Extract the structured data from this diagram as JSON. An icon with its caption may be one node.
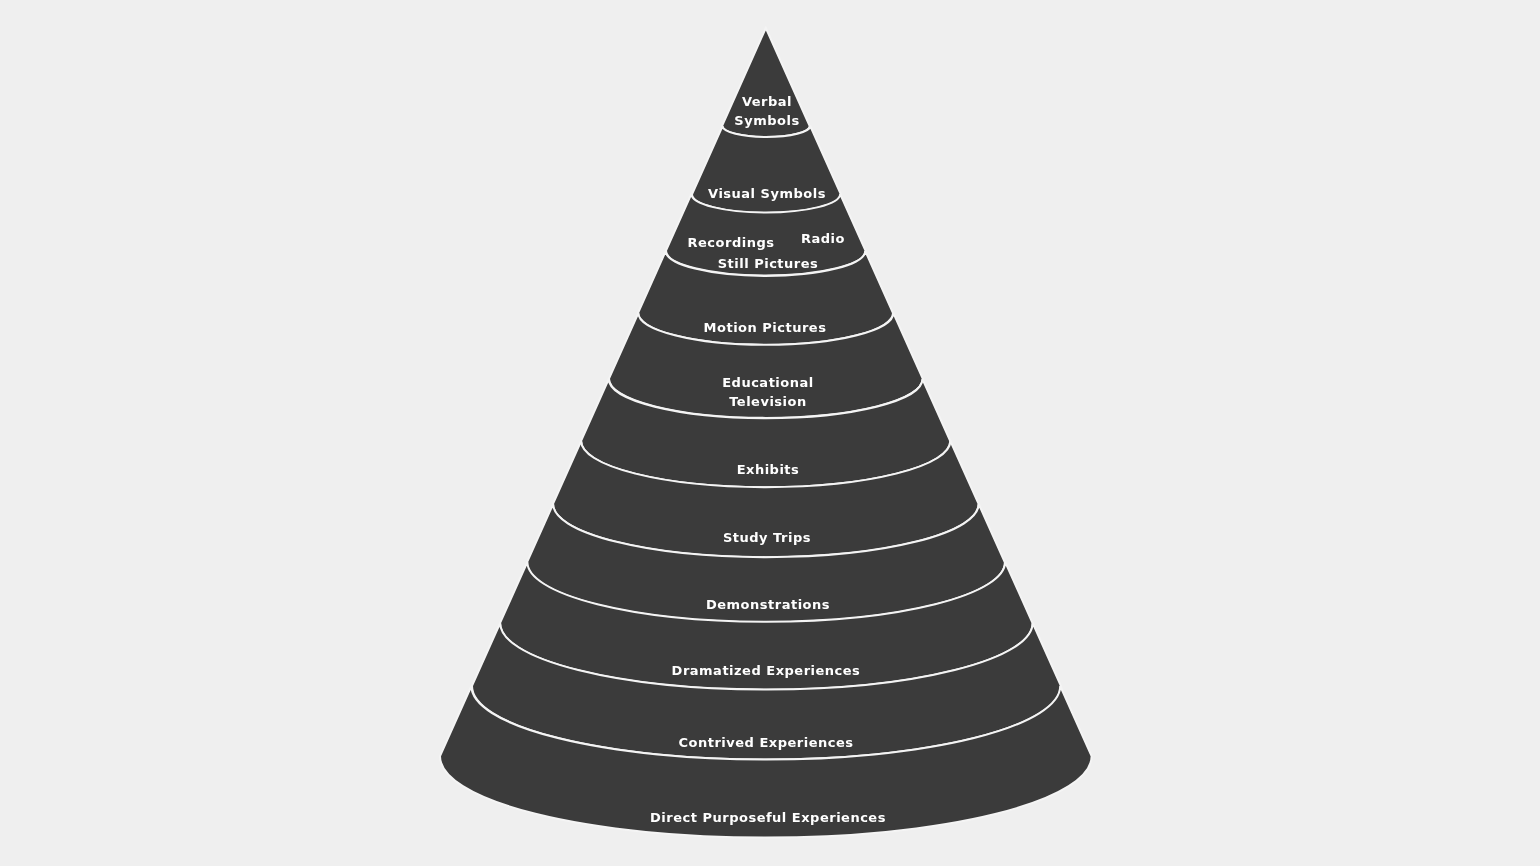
{
  "diagram": {
    "nodes": [
      {
        "text": [
          "Verbal Symbols"
        ]
      },
      {
        "text": [
          "Visual Symbols"
        ]
      },
      {
        "text": [
          "Recordings",
          "Radio",
          "Still Pictures"
        ]
      },
      {
        "text": [
          "Motion Pictures"
        ]
      },
      {
        "text": [
          "Educational Television"
        ]
      },
      {
        "text": [
          "Exhibits"
        ]
      },
      {
        "text": [
          "Study Trips"
        ]
      },
      {
        "text": [
          "Demonstrations"
        ]
      },
      {
        "text": [
          "Dramatized Experiences"
        ]
      },
      {
        "text": [
          "Contrived Experiences"
        ]
      },
      {
        "text": [
          "Direct Purposeful Experiences"
        ]
      }
    ]
  }
}
